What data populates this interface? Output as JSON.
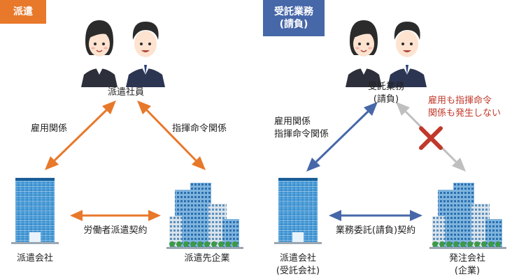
{
  "dispatch": {
    "tag": "派遣",
    "worker_label": "派遣社員",
    "employment_label": "雇用関係",
    "command_label": "指揮命令関係",
    "contract_label": "労働者派遣契約",
    "agency_label": "派遣会社",
    "client_label": "派遣先企業"
  },
  "contracting": {
    "tag_line1": "受託業務",
    "tag_line2": "(請負)",
    "worker_line1": "受託業務",
    "worker_line2": "(請負)",
    "left_relation_line1": "雇用関係",
    "left_relation_line2": "指揮命令関係",
    "no_relation_line1": "雇用も指揮命令",
    "no_relation_line2": "関係も発生しない",
    "contract_label": "業務委託(請負)契約",
    "contractor_line1": "派遣会社",
    "contractor_line2": "(受託会社)",
    "client_line1": "発注会社",
    "client_line2": "(企業)"
  },
  "colors": {
    "dispatch_accent": "#e8782a",
    "contract_accent": "#4667a8",
    "blocked_arrow": "#bfbfbf",
    "cross_mark": "#c0392b"
  },
  "icons": [
    "businesswoman-icon",
    "businessman-icon",
    "office-building-icon",
    "company-buildings-icon",
    "cross-mark-icon"
  ]
}
